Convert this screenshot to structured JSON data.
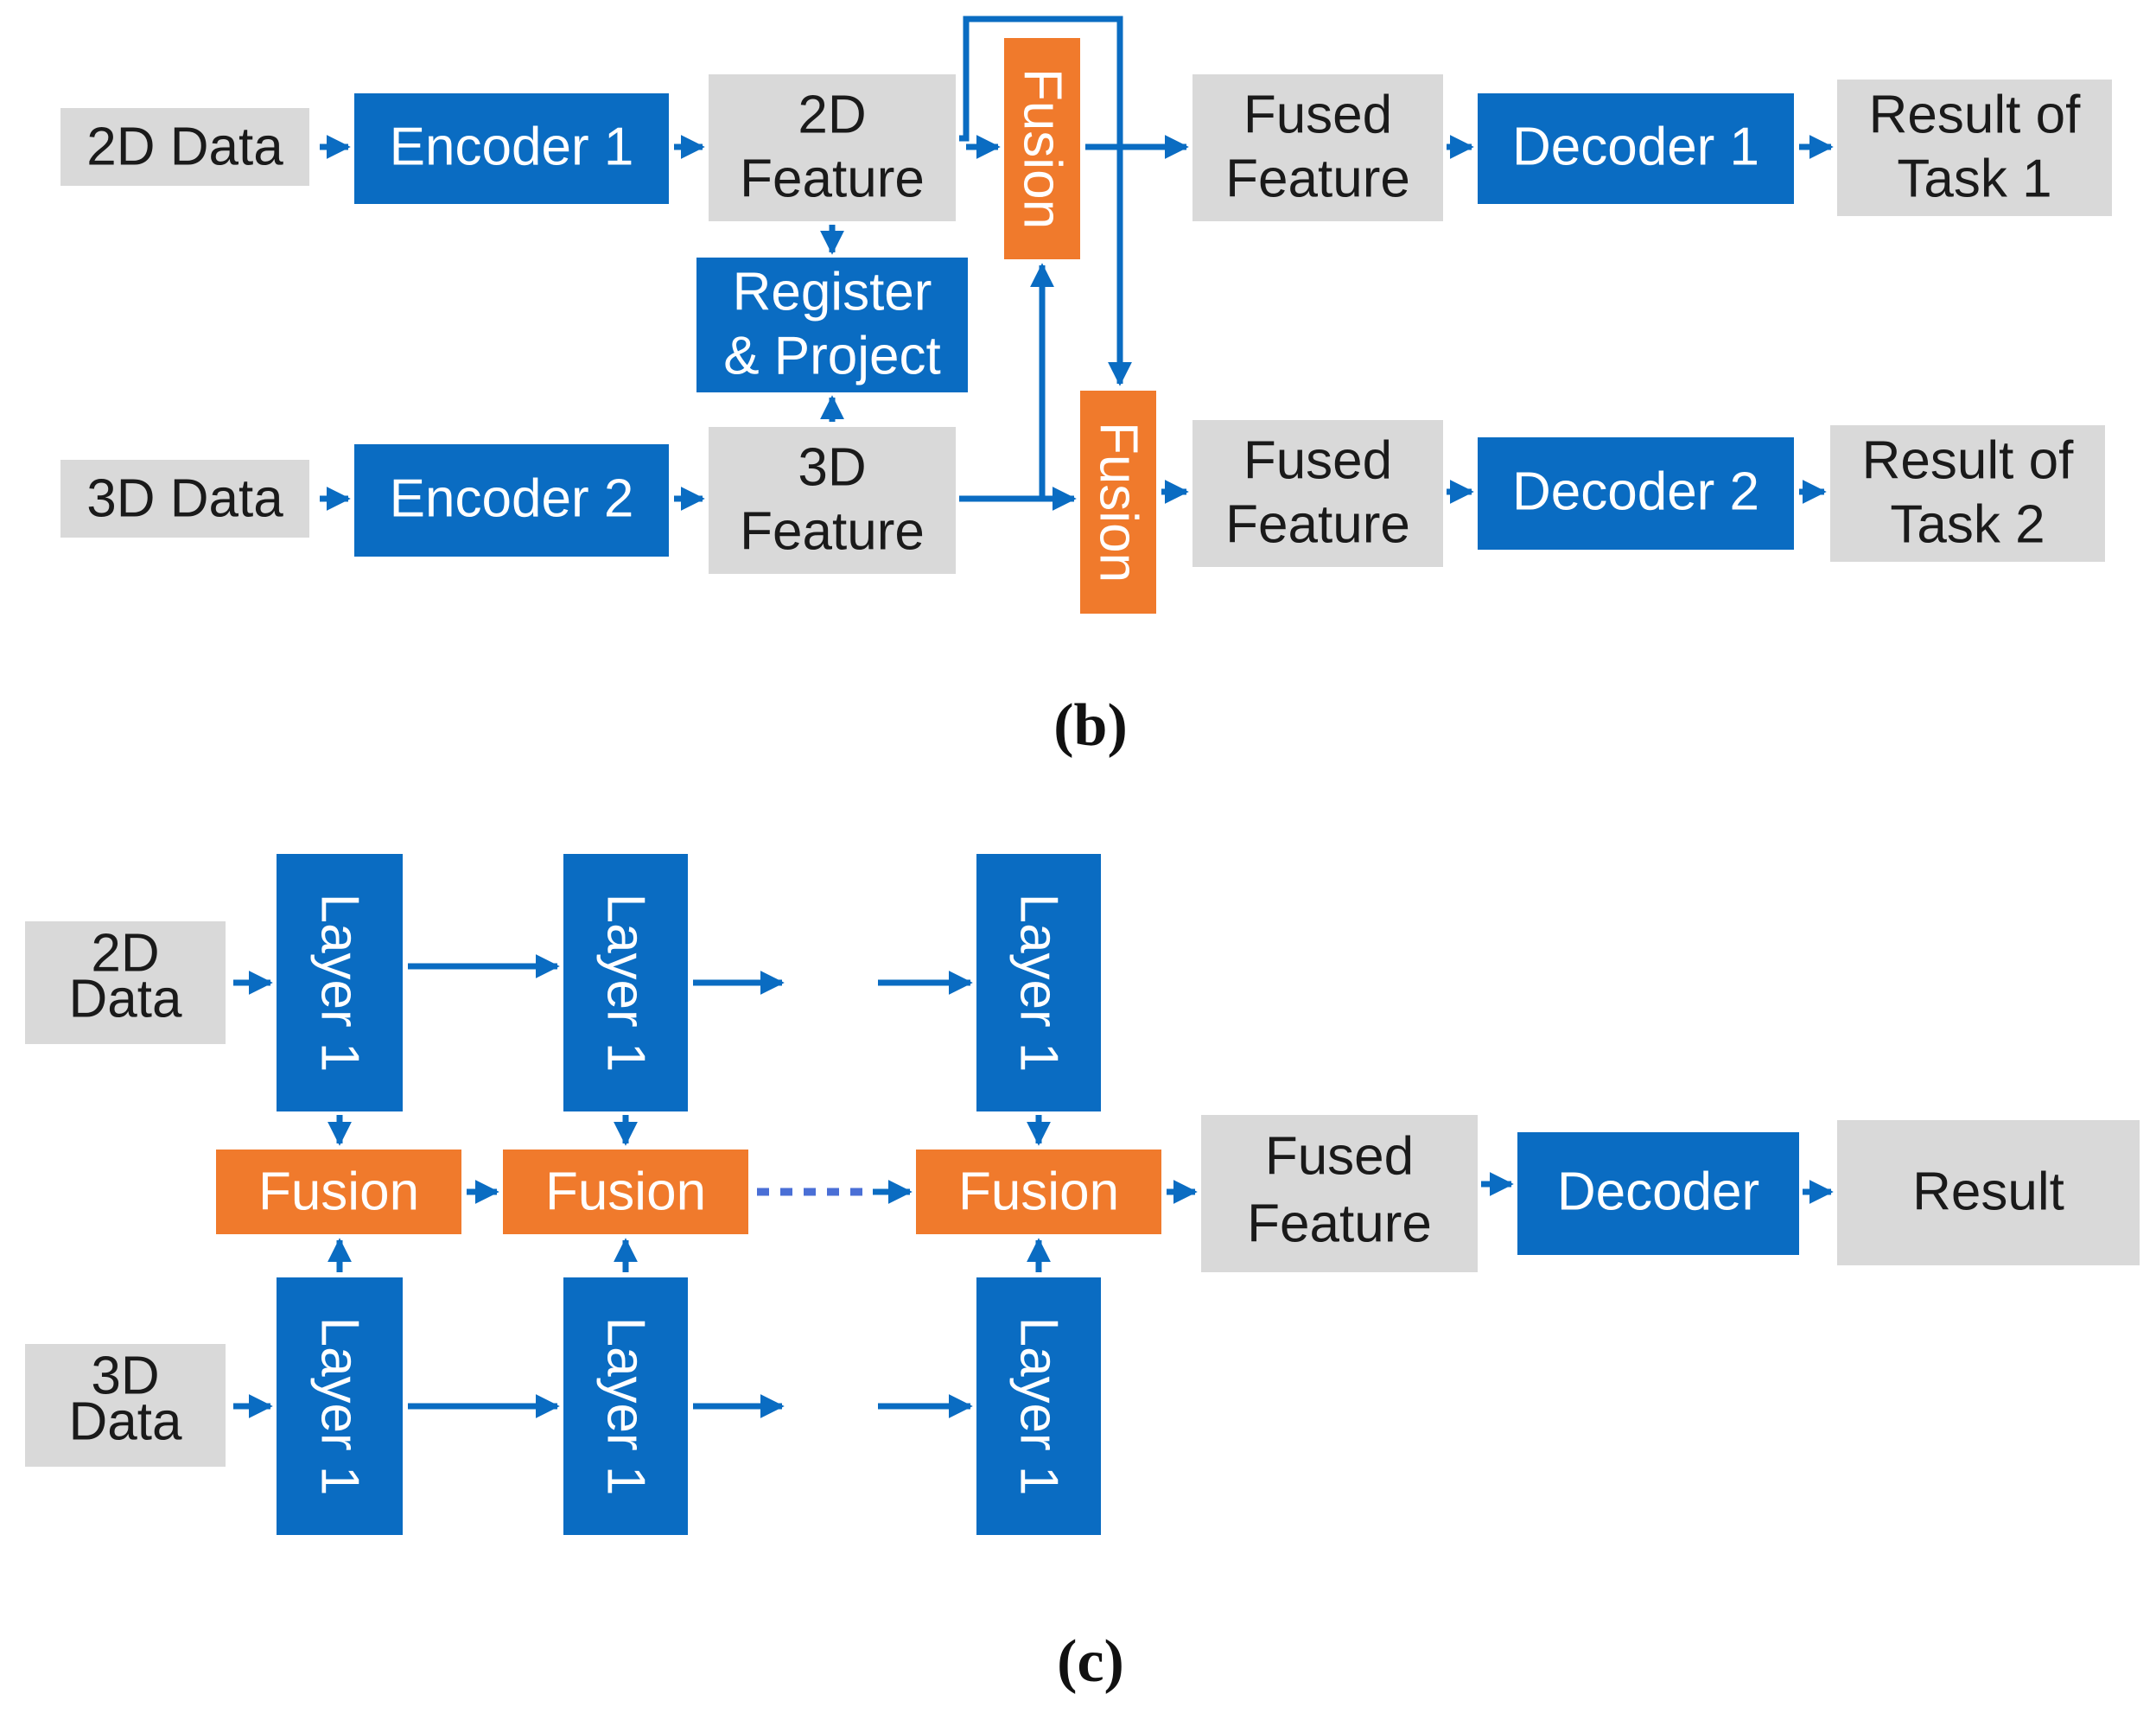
{
  "panel_b": {
    "caption": "(b)",
    "input_2d": "2D Data",
    "input_3d": "3D Data",
    "encoder_1": "Encoder 1",
    "encoder_2": "Encoder 2",
    "feature_2d": [
      "2D",
      "Feature"
    ],
    "feature_3d": [
      "3D",
      "Feature"
    ],
    "register_project": [
      "Register",
      "& Project"
    ],
    "fusion": "Fusion",
    "fused_feature": [
      "Fused",
      "Feature"
    ],
    "decoder_1": "Decoder 1",
    "decoder_2": "Decoder 2",
    "result_task_1": [
      "Result of",
      "Task 1"
    ],
    "result_task_2": [
      "Result of",
      "Task 2"
    ]
  },
  "panel_c": {
    "caption": "(c)",
    "input_2d": [
      "2D",
      "Data"
    ],
    "input_3d": [
      "3D",
      "Data"
    ],
    "layer": "Layer 1",
    "fusion": "Fusion",
    "fused_feature": [
      "Fused",
      "Feature"
    ],
    "decoder": "Decoder",
    "result": "Result"
  },
  "colors": {
    "blue": "#0a6cc2",
    "orange": "#f07a2c",
    "gray": "#d9d9d9"
  }
}
